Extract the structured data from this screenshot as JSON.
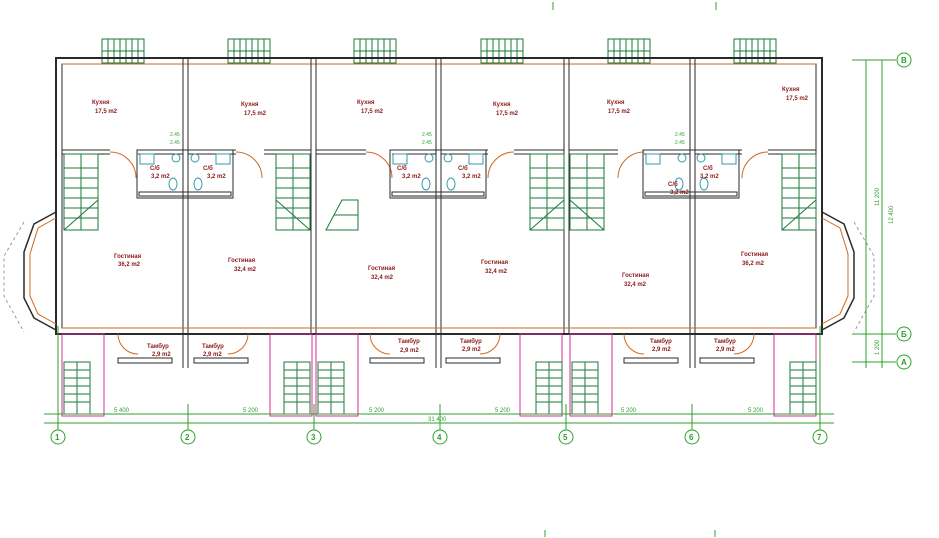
{
  "rooms": {
    "kitchen_1": {
      "name": "Кухня",
      "area": "17,5 m2"
    },
    "kitchen_2": {
      "name": "Кухня",
      "area": "17,5 m2"
    },
    "kitchen_3": {
      "name": "Кухня",
      "area": "17,5 m2"
    },
    "kitchen_4": {
      "name": "Кухня",
      "area": "17,5 m2"
    },
    "kitchen_5": {
      "name": "Кухня",
      "area": "17,5 m2"
    },
    "kitchen_6": {
      "name": "Кухня",
      "area": "17,5 m2"
    },
    "bath_1": {
      "name": "С/б",
      "area": "3,2 m2"
    },
    "bath_2": {
      "name": "С/б",
      "area": "3,2 m2"
    },
    "bath_3": {
      "name": "С/б",
      "area": "3,2 m2"
    },
    "bath_4": {
      "name": "С/б",
      "area": "3,2 m2"
    },
    "bath_5": {
      "name": "С/б",
      "area": "3,2 m2"
    },
    "bath_6": {
      "name": "С/б",
      "area": "3,2 m2"
    },
    "living_1": {
      "name": "Гостиная",
      "area": "36,2 m2"
    },
    "living_2": {
      "name": "Гостиная",
      "area": "32,4 m2"
    },
    "living_3": {
      "name": "Гостиная",
      "area": "32,4 m2"
    },
    "living_4": {
      "name": "Гостиная",
      "area": "32,4 m2"
    },
    "living_5": {
      "name": "Гостиная",
      "area": "32,4 m2"
    },
    "living_6": {
      "name": "Гостиная",
      "area": "36,2 m2"
    },
    "vestibule_1": {
      "name": "Тамбур",
      "area": "2,9 m2"
    },
    "vestibule_2": {
      "name": "Тамбур",
      "area": "2,9 m2"
    },
    "vestibule_3": {
      "name": "Тамбур",
      "area": "2,9 m2"
    },
    "vestibule_4": {
      "name": "Тамбур",
      "area": "2,9 m2"
    },
    "vestibule_5": {
      "name": "Тамбур",
      "area": "2,9 m2"
    },
    "vestibule_6": {
      "name": "Тамбур",
      "area": "2,9 m2"
    }
  },
  "dimensions": {
    "bottom_segments": [
      "5 400",
      "5 200",
      "5 200",
      "5 200",
      "5 200",
      "5 200"
    ],
    "bottom_total": "31 400",
    "right_total": "12 400",
    "right_upper": "11 200",
    "right_lower": "1 200"
  },
  "axes": {
    "columns": [
      "1",
      "2",
      "3",
      "4",
      "5",
      "6",
      "7"
    ],
    "rows": [
      "В",
      "Б",
      "А"
    ]
  },
  "bath_marks": [
    "2.45",
    "2.45"
  ],
  "colors": {
    "wall": "#2a2a2a",
    "stair": "#1a7a3a",
    "dimension": "#2ca02c",
    "label": "#8b1a1a",
    "door": "#d2691e",
    "fixture": "#3399aa"
  }
}
